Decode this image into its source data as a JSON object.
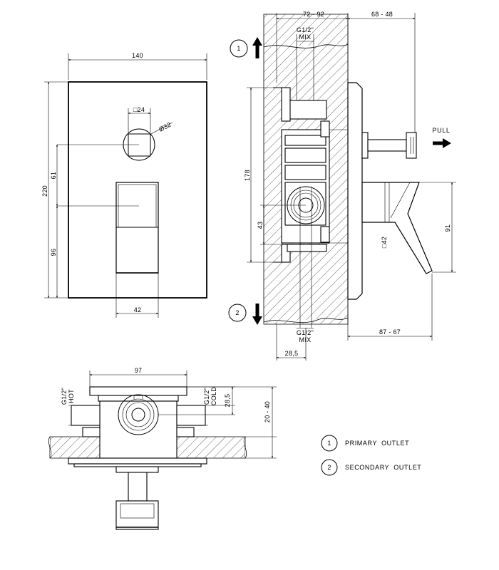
{
  "front_view": {
    "width": "140",
    "height": "220",
    "square_size": "□24",
    "circle_diameter": "Ø32",
    "upper_offset": "61",
    "lower_offset": "96",
    "lever_width": "42"
  },
  "side_view": {
    "wall_depth": "72 - 92",
    "projection_top": "68 - 48",
    "outlet_top_thread": "G1/2\"",
    "outlet_top_type": "MIX",
    "pull_label": "PULL",
    "body_height": "178",
    "center_offset": "43",
    "lever_section": "□42",
    "lever_height": "91",
    "outlet_bottom_thread": "G1/2\"",
    "outlet_bottom_type": "MIX",
    "projection_bottom": "87 - 67",
    "base_offset": "28,5",
    "primary_marker": "1",
    "secondary_marker": "2"
  },
  "top_view": {
    "width": "97",
    "hot_thread": "G1/2\"",
    "hot_label": "HOT",
    "cold_thread": "G1/2\"",
    "cold_label": "COLD",
    "inlet_offset": "28,5",
    "wall_range": "20 - 40"
  },
  "legend": {
    "items": [
      {
        "number": "1",
        "label": "PRIMARY  OUTLET"
      },
      {
        "number": "2",
        "label": "SECONDARY  OUTLET"
      }
    ]
  }
}
